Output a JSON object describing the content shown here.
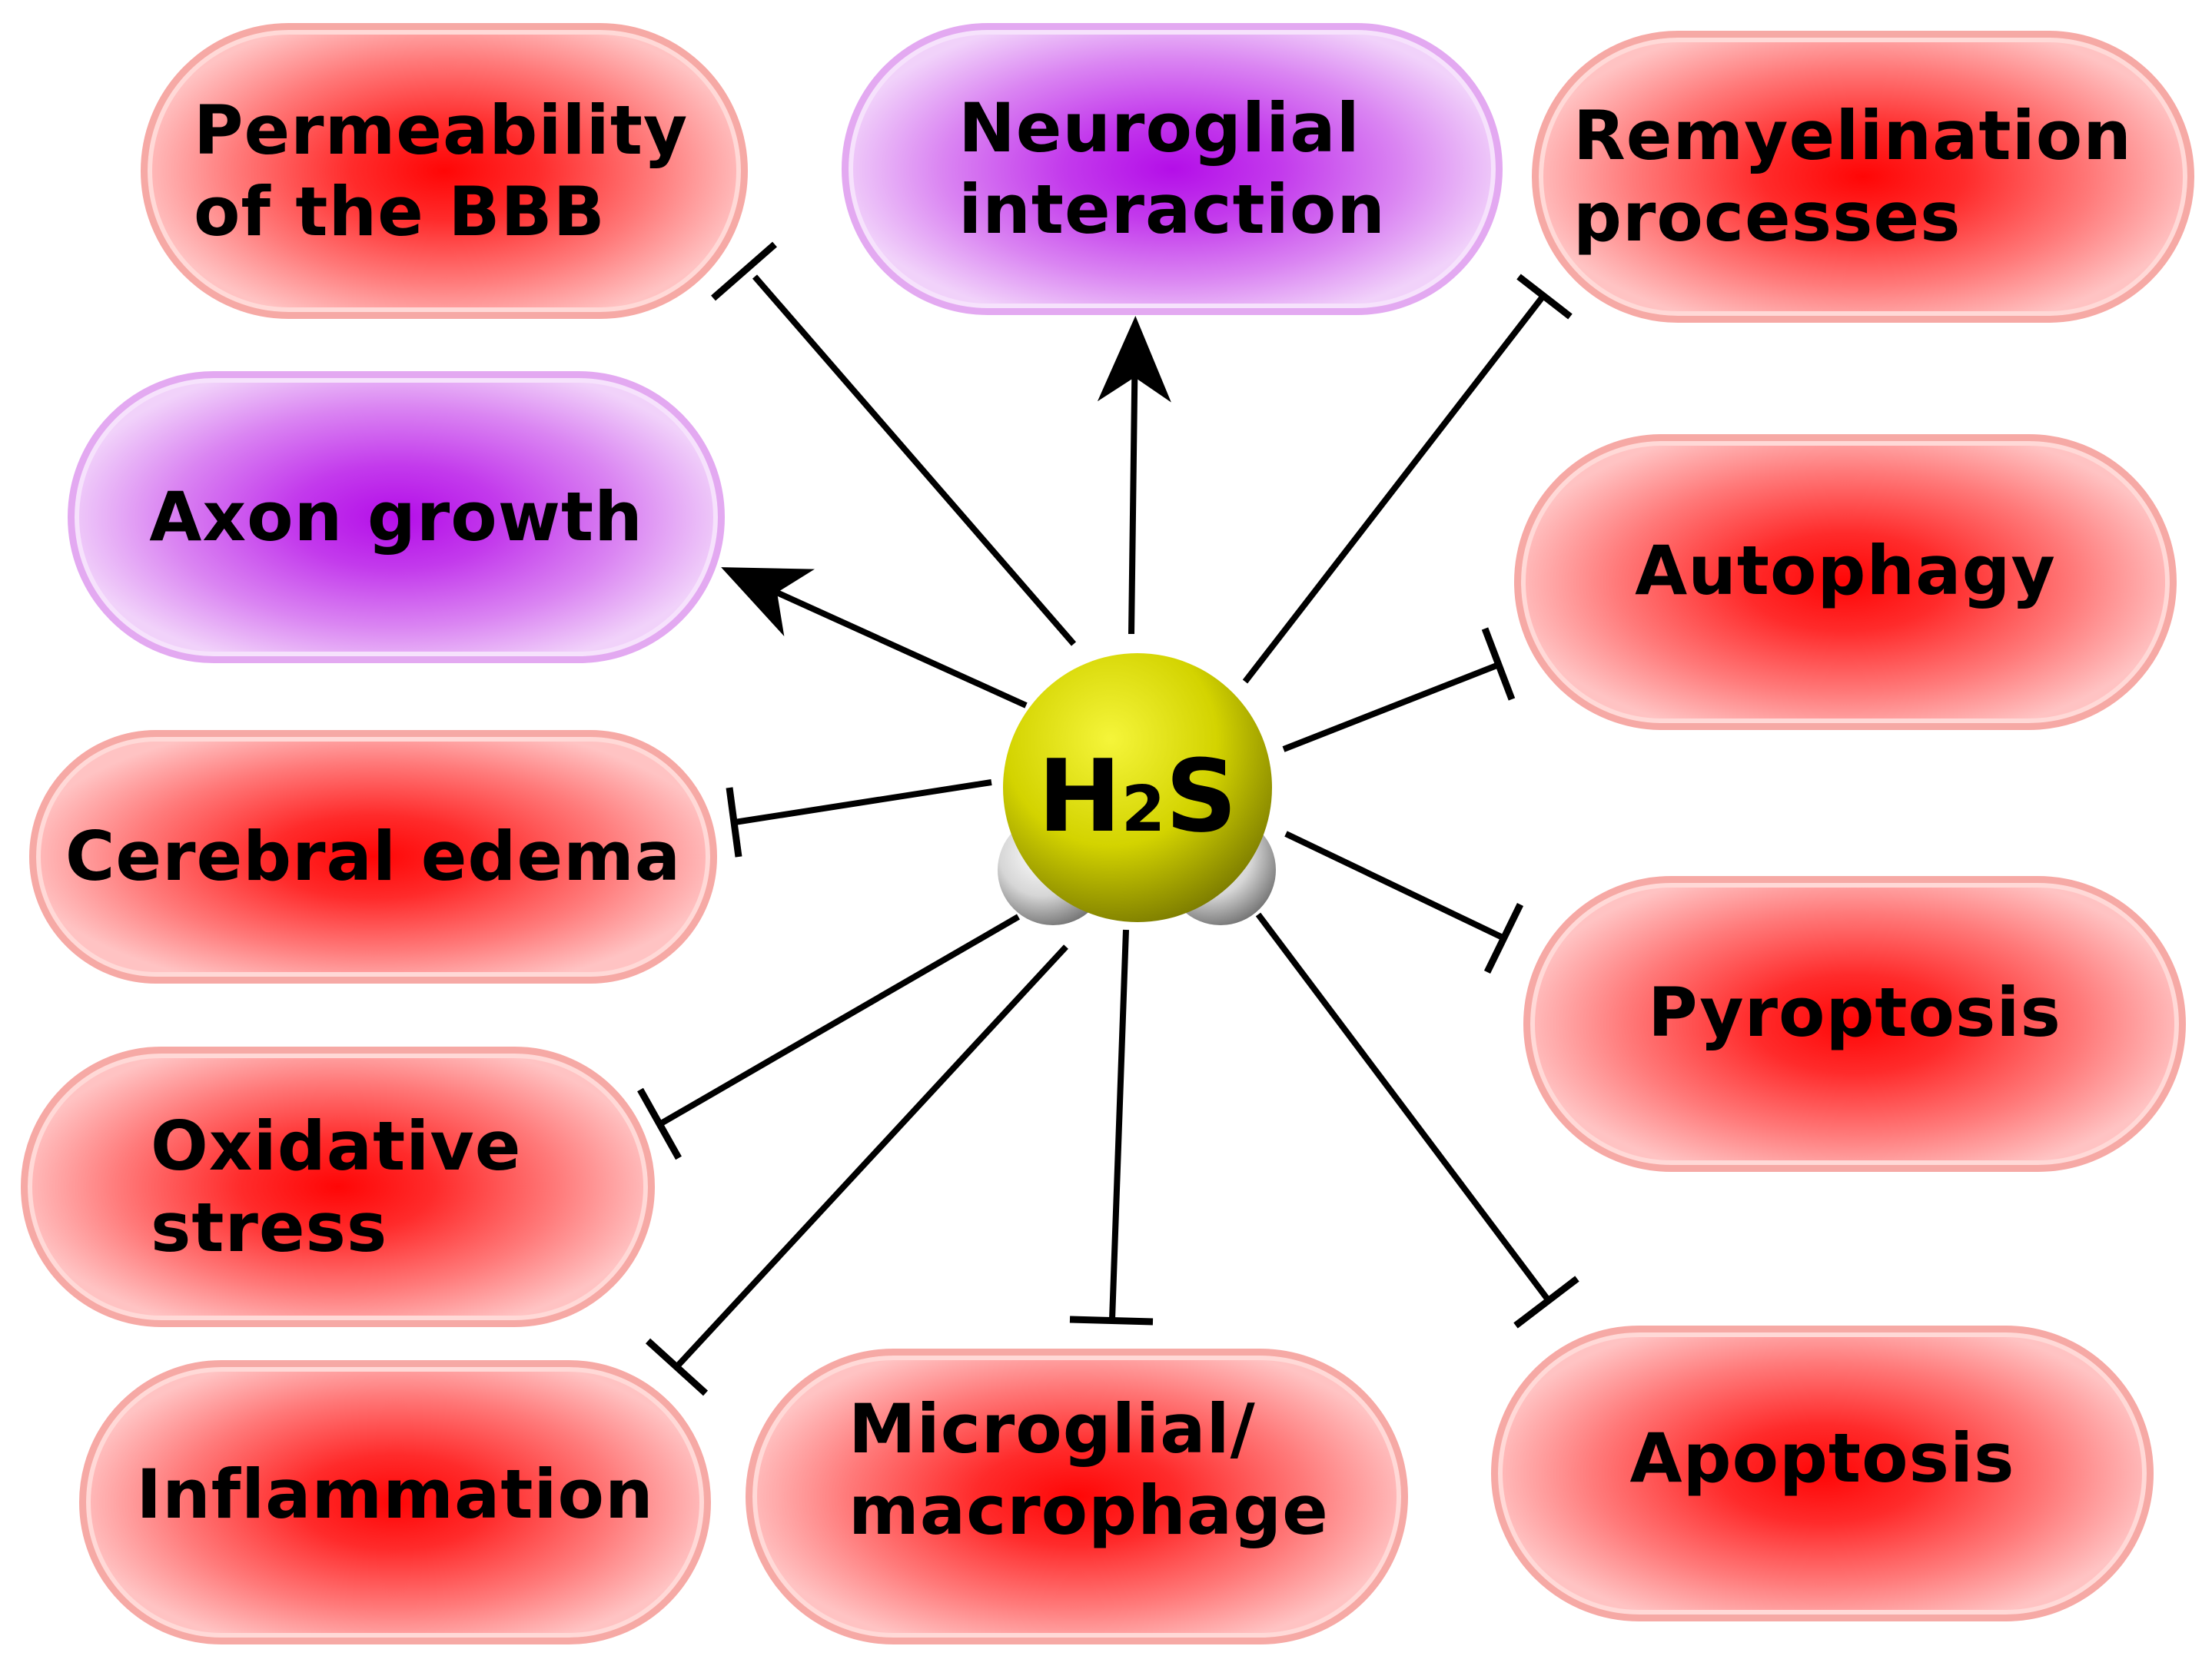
{
  "center": {
    "formula_prefix": "H",
    "formula_subscript": "2",
    "formula_suffix": "S"
  },
  "colors": {
    "inhibited_node": "#ff0606",
    "promoted_node": "#b40ee8",
    "center_atom": "#d4d400",
    "hydrogen_atom": "#d9d9d9",
    "edge": "#000000"
  },
  "nodes": {
    "permeability": {
      "label": "Permeability\nof the BBB",
      "effect": "inhibit"
    },
    "neuroglial": {
      "label": "Neuroglial\ninteraction",
      "effect": "promote"
    },
    "remyelination": {
      "label": "Remyelination\nprocesses",
      "effect": "inhibit"
    },
    "axon": {
      "label": "Axon growth",
      "effect": "promote"
    },
    "autophagy": {
      "label": "Autophagy",
      "effect": "inhibit"
    },
    "edema": {
      "label": "Cerebral edema",
      "effect": "inhibit"
    },
    "pyroptosis": {
      "label": "Pyroptosis",
      "effect": "inhibit"
    },
    "oxidative": {
      "label": "Oxidative\nstress",
      "effect": "inhibit"
    },
    "inflammation": {
      "label": "Inflammation",
      "effect": "inhibit"
    },
    "microglial": {
      "label": "Microglial/\nmacrophage",
      "effect": "inhibit"
    },
    "apoptosis": {
      "label": "Apoptosis",
      "effect": "inhibit"
    }
  }
}
